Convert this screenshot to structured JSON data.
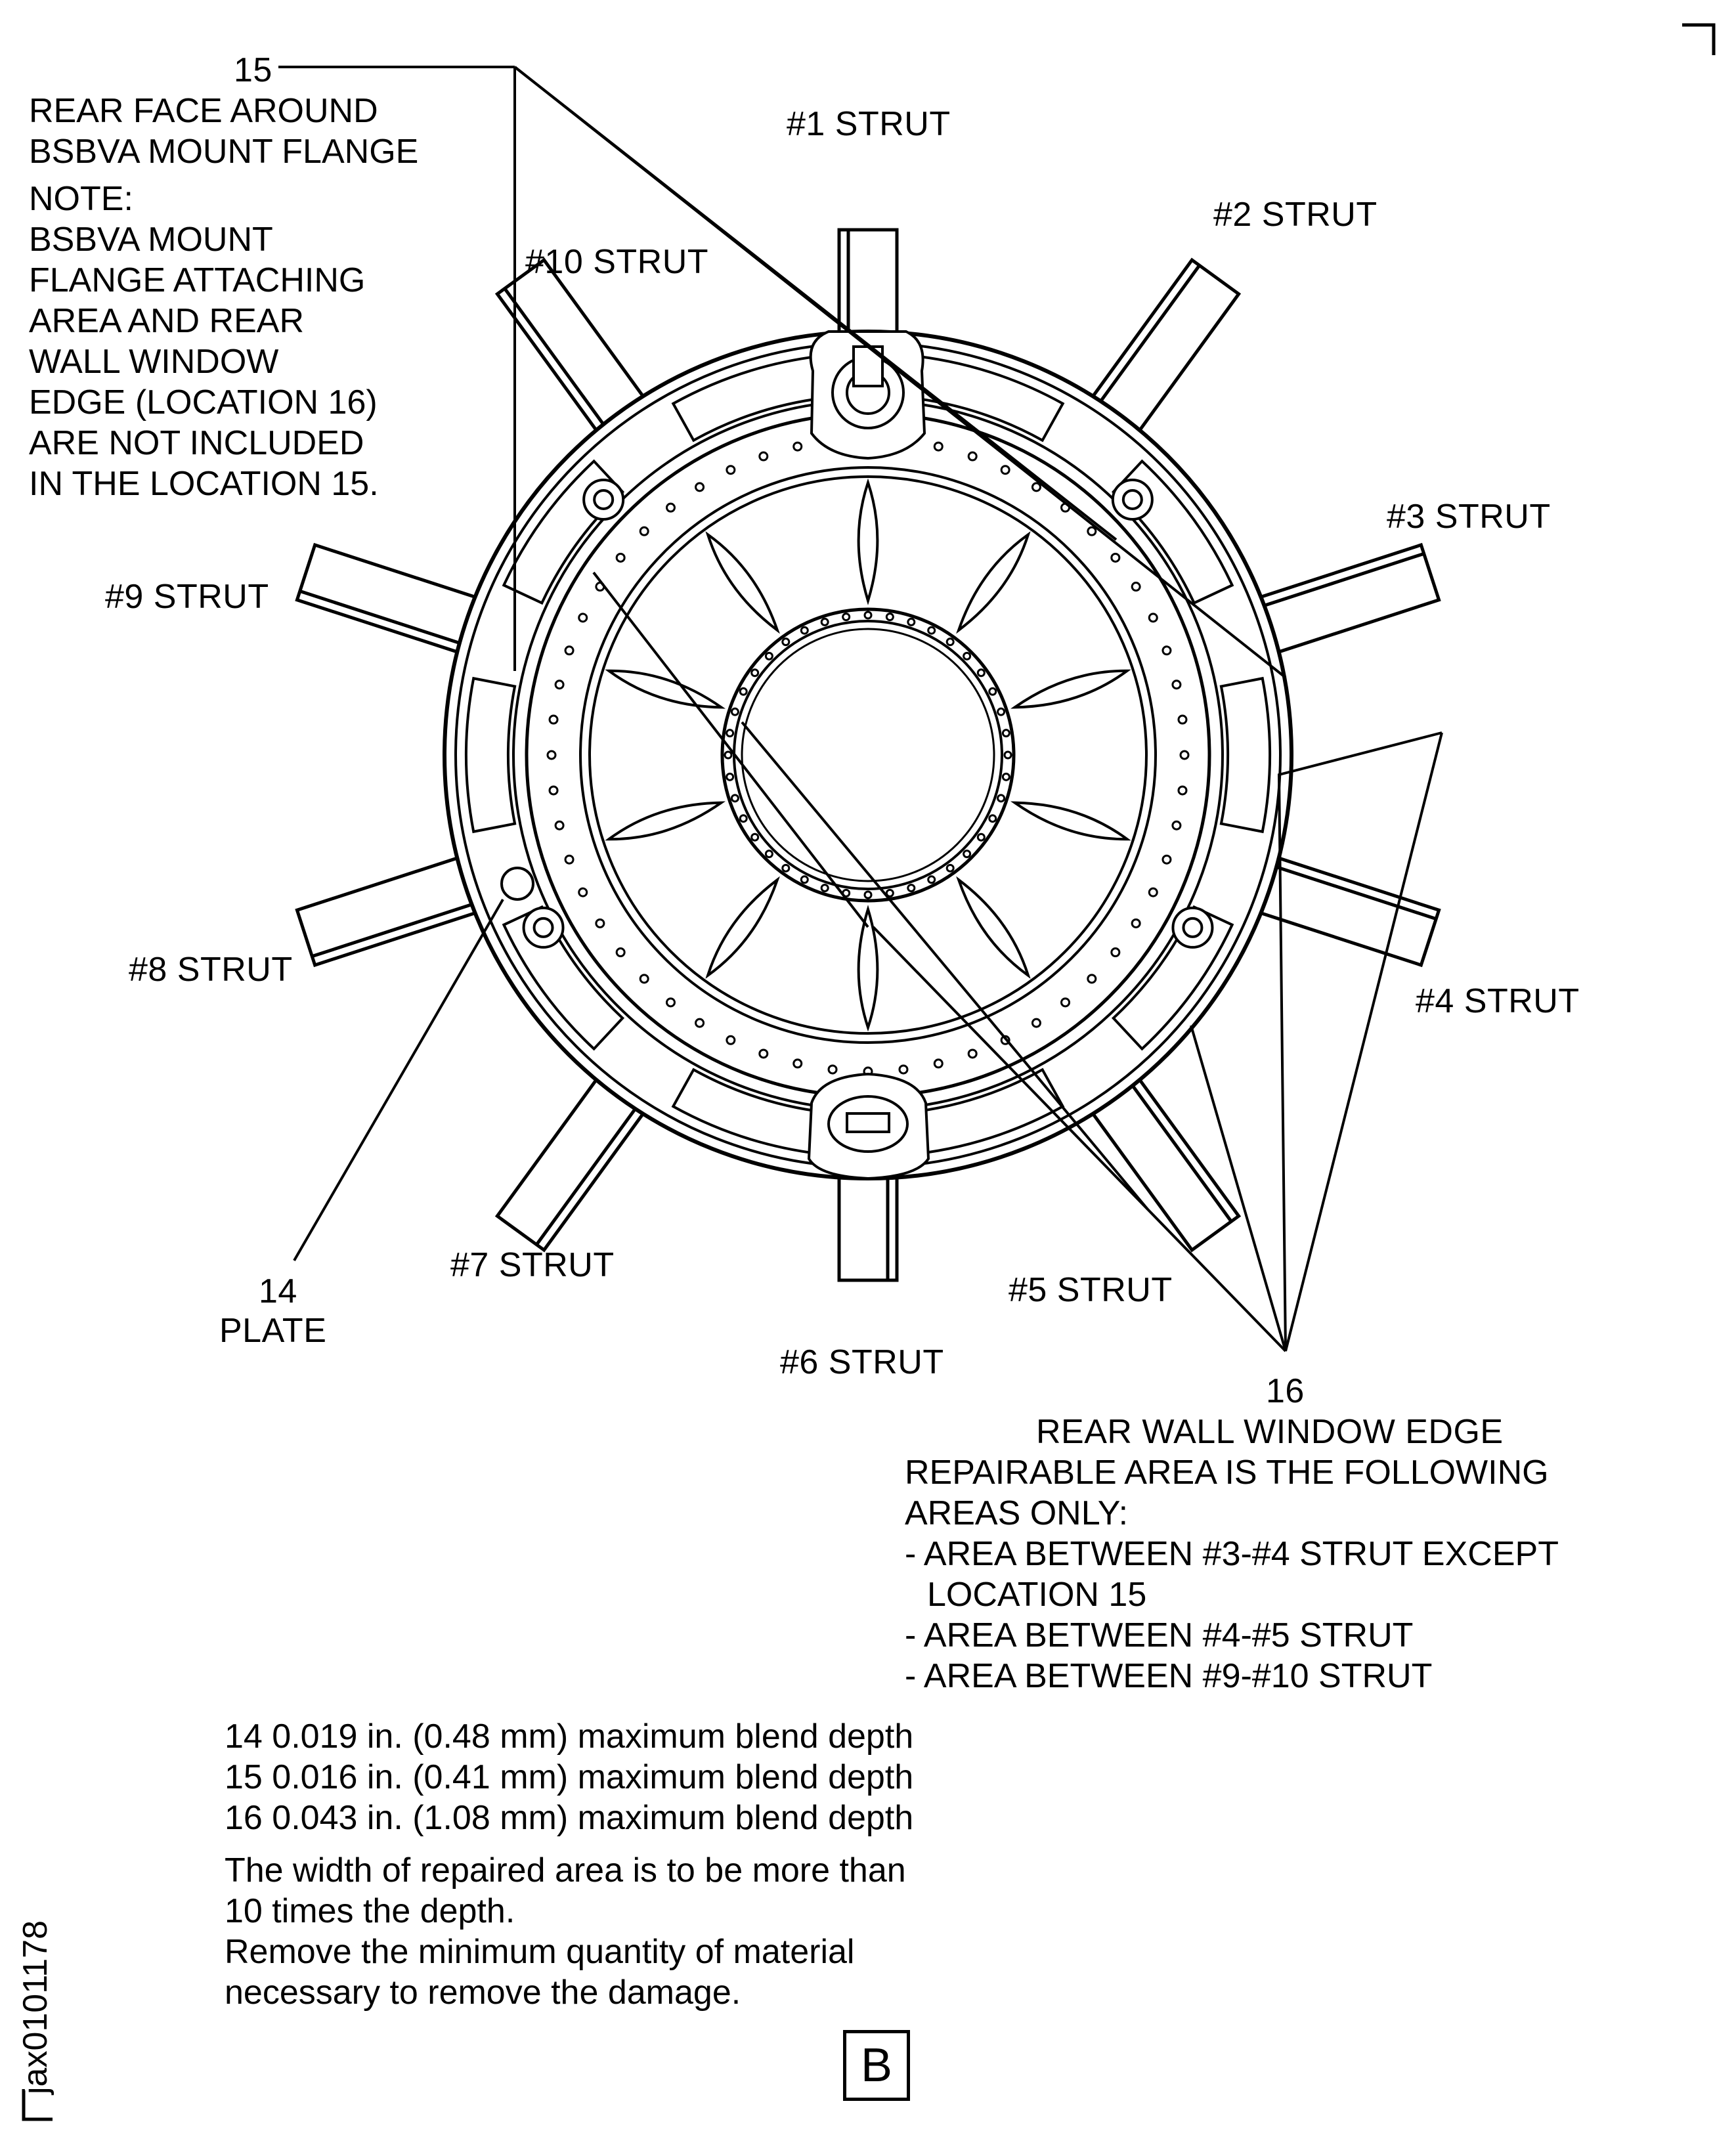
{
  "struts": {
    "s1": "#1 STRUT",
    "s2": "#2 STRUT",
    "s3": "#3 STRUT",
    "s4": "#4 STRUT",
    "s5": "#5 STRUT",
    "s6": "#6 STRUT",
    "s7": "#7 STRUT",
    "s8": "#8 STRUT",
    "s9": "#9 STRUT",
    "s10": "#10 STRUT"
  },
  "callout15": {
    "number": "15",
    "title_lines": [
      "REAR FACE AROUND",
      "BSBVA MOUNT FLANGE"
    ],
    "note_lines": [
      "NOTE:",
      "BSBVA MOUNT",
      "FLANGE ATTACHING",
      "AREA AND REAR",
      "WALL WINDOW",
      "EDGE (LOCATION 16)",
      "ARE NOT INCLUDED",
      "IN THE LOCATION 15."
    ]
  },
  "callout14": {
    "number": "14",
    "name": "PLATE"
  },
  "callout16": {
    "number": "16",
    "title": "REAR WALL WINDOW EDGE",
    "lines": [
      "REPAIRABLE AREA IS THE FOLLOWING",
      "AREAS ONLY:",
      "- AREA BETWEEN #3-#4 STRUT EXCEPT",
      "LOCATION 15",
      "- AREA BETWEEN #4-#5 STRUT",
      "- AREA BETWEEN #9-#10 STRUT"
    ]
  },
  "limits": [
    "14 0.019 in. (0.48 mm) maximum blend depth",
    "15 0.016 in. (0.41 mm) maximum blend depth",
    "16 0.043 in. (1.08 mm) maximum blend depth"
  ],
  "notes": [
    "The width of repaired area is to be more than",
    "10 times the  depth.",
    "Remove the minimum quantity of material",
    "necessary to remove the damage."
  ],
  "view_letter": "B",
  "figure_id": "jax0101178"
}
